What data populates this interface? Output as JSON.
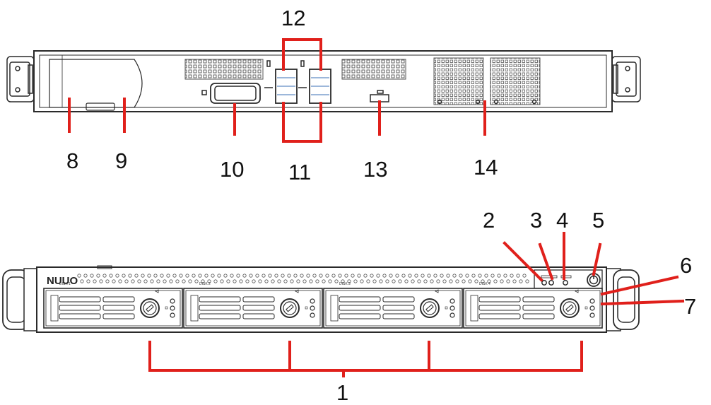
{
  "colors": {
    "leader": "#e0201b",
    "outline": "#2a2a2a",
    "fill": "#ffffff"
  },
  "front_panel": {
    "brand": "NUUO",
    "bays": [
      {
        "label": "DISK 1"
      },
      {
        "label": "DISK 2"
      },
      {
        "label": "DISK 3"
      },
      {
        "label": "DISK 4"
      }
    ]
  },
  "callouts": {
    "c1": "1",
    "c2": "2",
    "c3": "3",
    "c4": "4",
    "c5": "5",
    "c6": "6",
    "c7": "7",
    "c8": "8",
    "c9": "9",
    "c10": "10",
    "c11": "11",
    "c12": "12",
    "c13": "13",
    "c14": "14"
  }
}
